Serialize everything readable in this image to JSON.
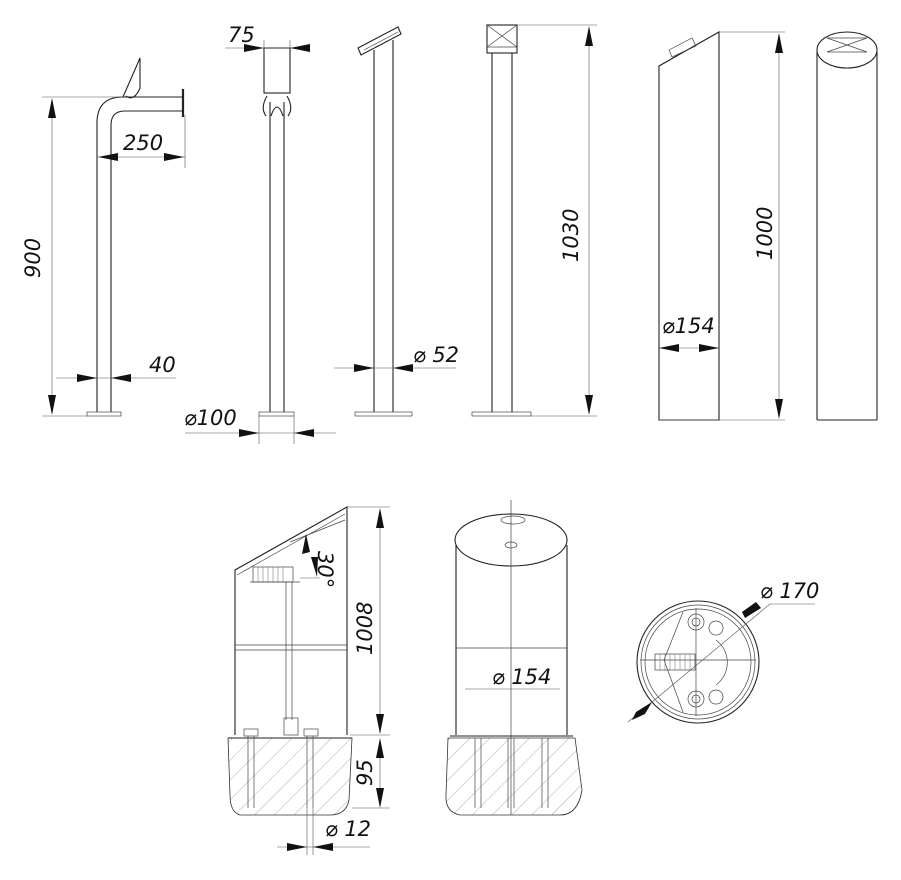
{
  "drawing": {
    "title": "Bollard / post technical drawing set",
    "views": [
      {
        "id": "pole-bent-side",
        "dims": {
          "height": "900",
          "reach": "250",
          "tube": "40"
        }
      },
      {
        "id": "pole-bent-front",
        "dims": {
          "head": "75",
          "base": "⌀100"
        }
      },
      {
        "id": "pole-angled",
        "dims": {
          "tube": "⌀ 52"
        }
      },
      {
        "id": "pole-straight",
        "dims": {
          "height": "1030"
        }
      },
      {
        "id": "column-side",
        "dims": {
          "diameter": "⌀154",
          "height": "1000"
        }
      },
      {
        "id": "column-front",
        "dims": {}
      },
      {
        "id": "section-detail",
        "dims": {
          "angle": "30°",
          "height": "1008",
          "embed": "95",
          "anchor": "⌀ 12"
        }
      },
      {
        "id": "column-install",
        "dims": {
          "diameter": "⌀ 154"
        }
      },
      {
        "id": "top-view",
        "dims": {
          "diameter": "⌀ 170"
        }
      }
    ]
  },
  "labels": {
    "d900": "900",
    "d250": "250",
    "d40": "40",
    "d75": "75",
    "d100": "⌀100",
    "d52": "⌀ 52",
    "d1030": "1030",
    "d154a": "⌀154",
    "d1000": "1000",
    "d30": "30°",
    "d1008": "1008",
    "d95": "95",
    "d12": "⌀ 12",
    "d154b": "⌀ 154",
    "d170": "⌀ 170"
  }
}
